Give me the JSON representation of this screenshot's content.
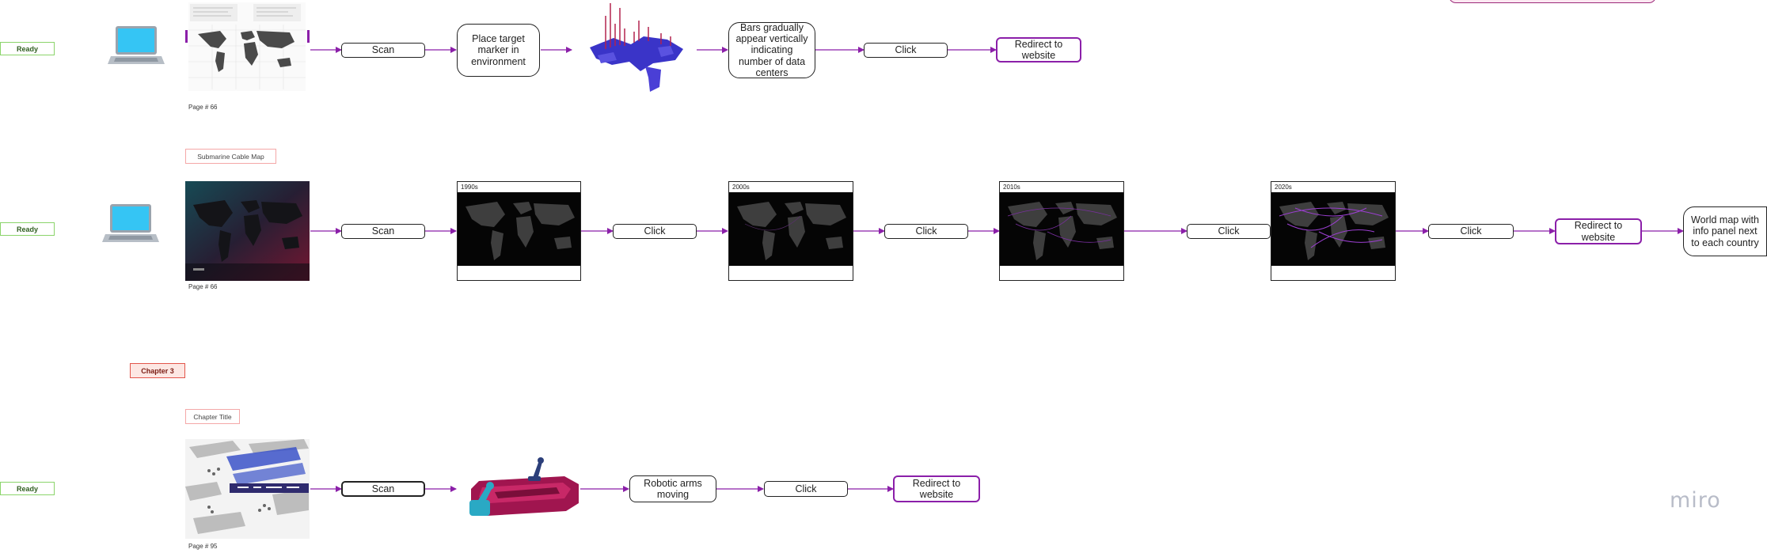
{
  "rows": [
    {
      "status": "Ready",
      "page_label": "Page # 66",
      "nodes": {
        "scan": "Scan",
        "place_marker": "Place target marker in environment",
        "bars": "Bars gradually appear vertically indicating number of data centers",
        "click": "Click",
        "redirect": "Redirect to website"
      }
    },
    {
      "status": "Ready",
      "section_label": "Submarine Cable Map",
      "page_label": "Page # 66",
      "nodes": {
        "scan": "Scan",
        "click1": "Click",
        "click2": "Click",
        "click3": "Click",
        "click4": "Click",
        "redirect": "Redirect to website",
        "world_map": "World map with info panel next to each country"
      },
      "frames": [
        "1990s",
        "2000s",
        "2010s",
        "2020s"
      ]
    },
    {
      "status": "Ready",
      "chapter_label": "Chapter 3",
      "section_label": "Chapter Title",
      "page_label": "Page # 95",
      "nodes": {
        "scan": "Scan",
        "robotic_arms": "Robotic arms moving",
        "click": "Click",
        "redirect": "Redirect to website"
      }
    }
  ],
  "brand": "miro",
  "colors": {
    "arrow": "#8b1fa9",
    "ready_border": "#8bd46b",
    "chapter_border": "#e2554a",
    "label_border": "#f4a8a8"
  },
  "icons": [
    "laptop-icon"
  ]
}
